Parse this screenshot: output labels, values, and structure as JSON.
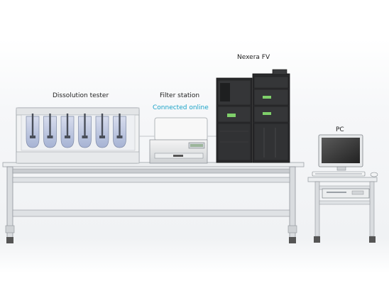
{
  "labels": {
    "dissolution_tester": "Dissolution tester",
    "filter_station": "Filter station",
    "connected_online": "Connected online",
    "nexera_fv": "Nexera FV",
    "pc": "PC"
  },
  "colors": {
    "accent": "#1aa3c8",
    "background_gradient_top": "#ffffff",
    "background_gradient_mid": "#f2f4f6",
    "vessel_fill": "#b8c4de",
    "instrument_dark": "#2a2b2d",
    "status_led": "#7fd06a"
  },
  "icons": [
    "dissolution-tester-icon",
    "filter-station-icon",
    "nexera-fv-icon",
    "pc-icon",
    "lab-bench-icon",
    "pc-desk-icon"
  ]
}
